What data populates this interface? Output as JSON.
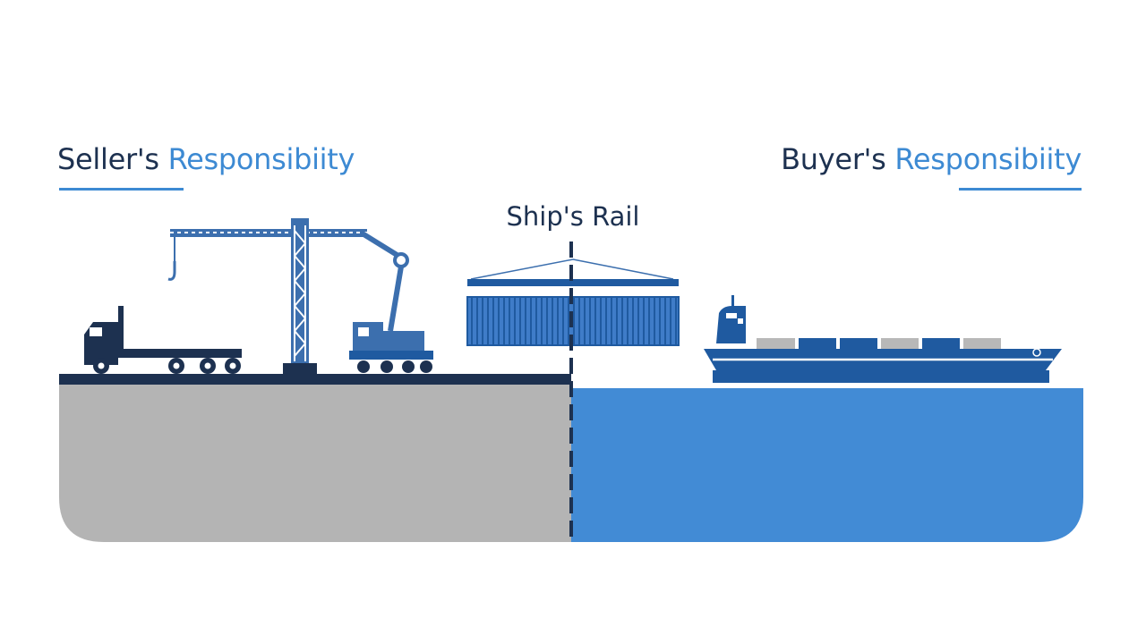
{
  "seller": {
    "label_part1": "Seller's",
    "label_part2": "Responsibiity"
  },
  "buyer": {
    "label_part1": "Buyer's",
    "label_part2": "Responsibiity"
  },
  "divider": {
    "label": "Ship's Rail"
  },
  "colors": {
    "navy": "#1d3150",
    "dark_blue": "#1f5aa0",
    "mid_blue": "#3c6fae",
    "accent_blue": "#3d8ad3",
    "water_blue": "#428bd5",
    "land_gray": "#b4b4b4",
    "cargo_gray": "#b8b8b8"
  },
  "icons": [
    "truck-icon",
    "tower-crane-icon",
    "mobile-crane-icon",
    "shipping-container-icon",
    "cargo-ship-icon"
  ]
}
